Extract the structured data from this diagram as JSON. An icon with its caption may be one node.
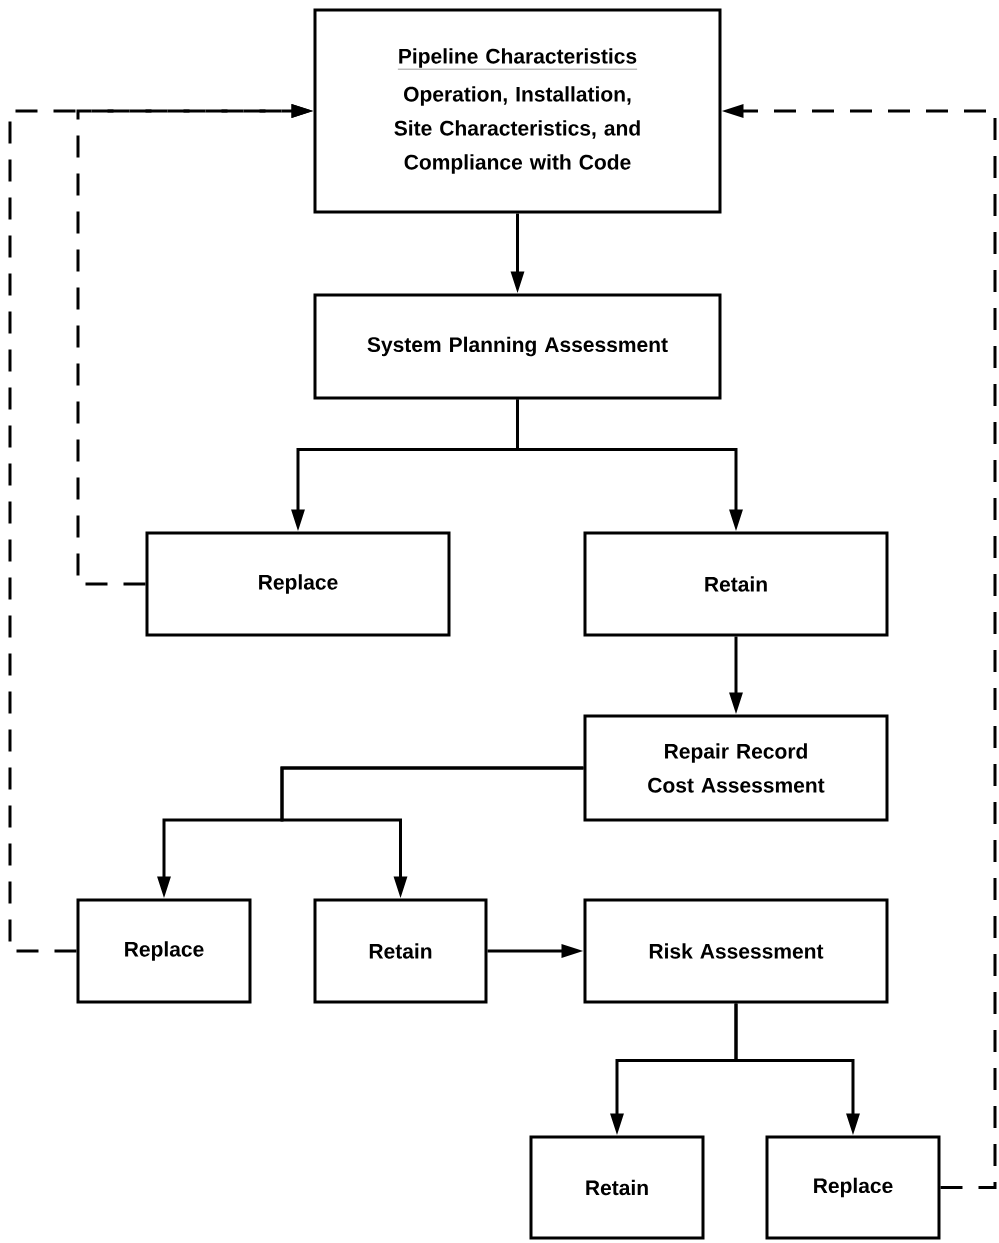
{
  "diagram": {
    "nodes": [
      {
        "text": [
          "Pipeline Characteristics",
          "Operation, Installation, Site Characteristics, and Compliance with Code"
        ]
      },
      {
        "text": [
          "System Planning Assessment"
        ]
      },
      {
        "text": [
          "Replace"
        ]
      },
      {
        "text": [
          "Retain"
        ]
      },
      {
        "text": [
          "Repair Record Cost Assessment"
        ]
      },
      {
        "text": [
          "Replace"
        ]
      },
      {
        "text": [
          "Retain"
        ]
      },
      {
        "text": [
          "Risk Assessment"
        ]
      },
      {
        "text": [
          "Retain"
        ]
      },
      {
        "text": [
          "Replace"
        ]
      }
    ],
    "edges": [
      {
        "from": 0,
        "to": 1,
        "arrow": "to"
      },
      {
        "from": 1,
        "to": 2,
        "arrow": "to"
      },
      {
        "from": 1,
        "to": 3,
        "arrow": "to"
      },
      {
        "from": 3,
        "to": 4,
        "arrow": "to"
      },
      {
        "from": 4,
        "to": 5,
        "arrow": "to"
      },
      {
        "from": 4,
        "to": 6,
        "arrow": "to"
      },
      {
        "from": 6,
        "to": 7,
        "arrow": "to"
      },
      {
        "from": 7,
        "to": 8,
        "arrow": "to"
      },
      {
        "from": 7,
        "to": 9,
        "arrow": "to"
      },
      {
        "from": 2,
        "to": 0,
        "arrow": "to",
        "style": "dashed"
      },
      {
        "from": 5,
        "to": 0,
        "arrow": "to",
        "style": "dashed"
      },
      {
        "from": 9,
        "to": 0,
        "arrow": "to",
        "style": "dashed"
      }
    ]
  }
}
